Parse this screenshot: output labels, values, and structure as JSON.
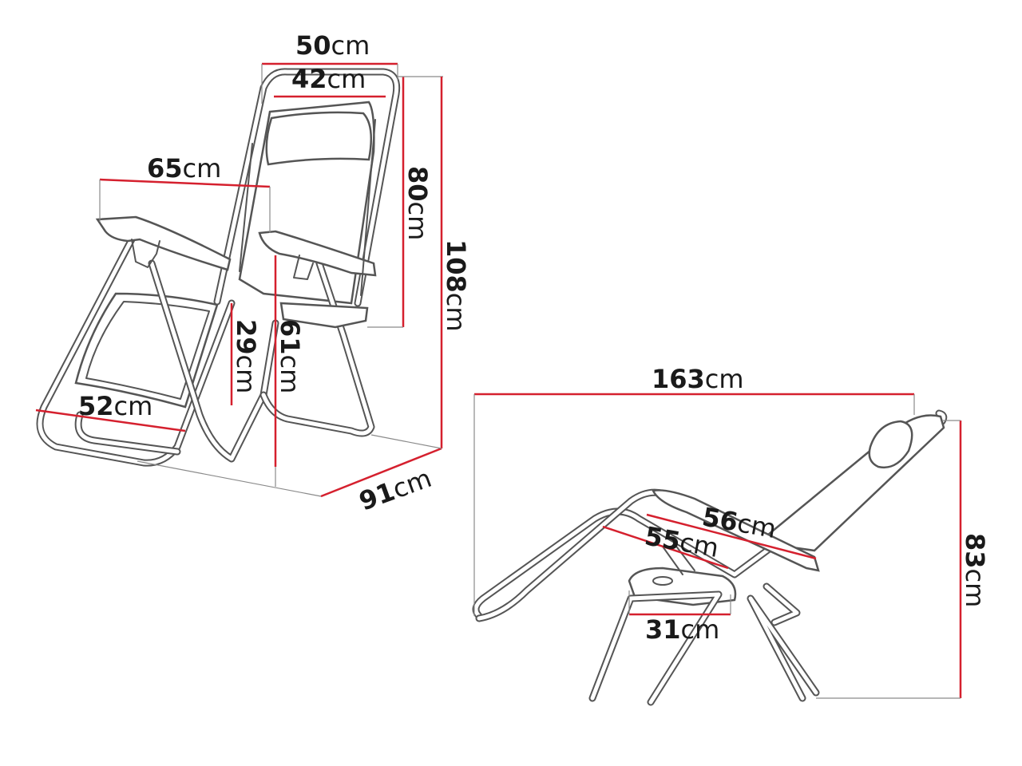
{
  "colors": {
    "dimension_line": "#d5202e",
    "outline": "#555555",
    "guide_line": "#8a8a8a"
  },
  "front_view": {
    "width_outer": {
      "value": "50",
      "unit": "cm"
    },
    "width_inner": {
      "value": "42",
      "unit": "cm"
    },
    "armrest_length": {
      "value": "65",
      "unit": "cm"
    },
    "backrest_height": {
      "value": "80",
      "unit": "cm"
    },
    "total_height": {
      "value": "108",
      "unit": "cm"
    },
    "seat_height": {
      "value": "29",
      "unit": "cm"
    },
    "armrest_height": {
      "value": "61",
      "unit": "cm"
    },
    "seat_width": {
      "value": "52",
      "unit": "cm"
    },
    "depth": {
      "value": "91",
      "unit": "cm"
    }
  },
  "side_view": {
    "total_length": {
      "value": "163",
      "unit": "cm"
    },
    "total_height": {
      "value": "83",
      "unit": "cm"
    },
    "armrest_length": {
      "value": "56",
      "unit": "cm"
    },
    "seat_length": {
      "value": "55",
      "unit": "cm"
    },
    "tray_width": {
      "value": "31",
      "unit": "cm"
    }
  }
}
